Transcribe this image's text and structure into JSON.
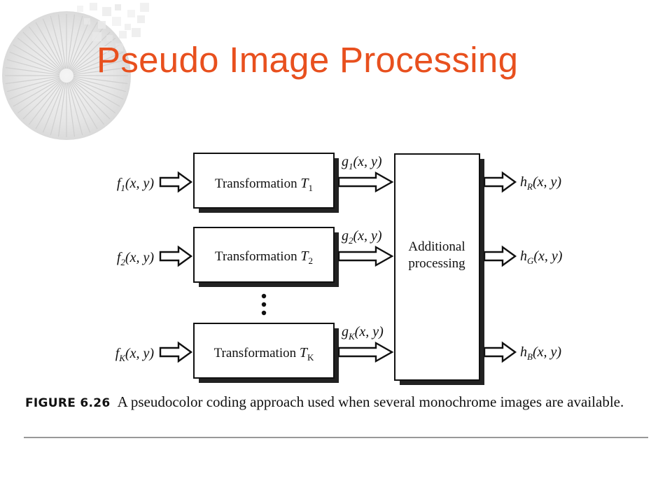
{
  "title": "Pseudo Image Processing",
  "diagram": {
    "inputs": [
      {
        "base": "f",
        "sub": "1",
        "args": "(x, y)"
      },
      {
        "base": "f",
        "sub": "2",
        "args": "(x, y)"
      },
      {
        "base": "f",
        "sub": "K",
        "args": "(x, y)"
      }
    ],
    "transforms": [
      {
        "label": "Transformation ",
        "var": "T",
        "sub": "1"
      },
      {
        "label": "Transformation ",
        "var": "T",
        "sub": "2"
      },
      {
        "label": "Transformation ",
        "var": "T",
        "sub": "K"
      }
    ],
    "intermediates": [
      {
        "base": "g",
        "sub": "1",
        "args": "(x, y)"
      },
      {
        "base": "g",
        "sub": "2",
        "args": "(x, y)"
      },
      {
        "base": "g",
        "sub": "K",
        "args": "(x, y)"
      }
    ],
    "processor": {
      "line1": "Additional",
      "line2": "processing"
    },
    "outputs": [
      {
        "base": "h",
        "sub": "R",
        "args": "(x, y)"
      },
      {
        "base": "h",
        "sub": "G",
        "args": "(x, y)"
      },
      {
        "base": "h",
        "sub": "B",
        "args": "(x, y)"
      }
    ]
  },
  "caption": {
    "figure_number": "FIGURE 6.26",
    "text": "A pseudocolor coding approach used when several monochrome images are available."
  }
}
